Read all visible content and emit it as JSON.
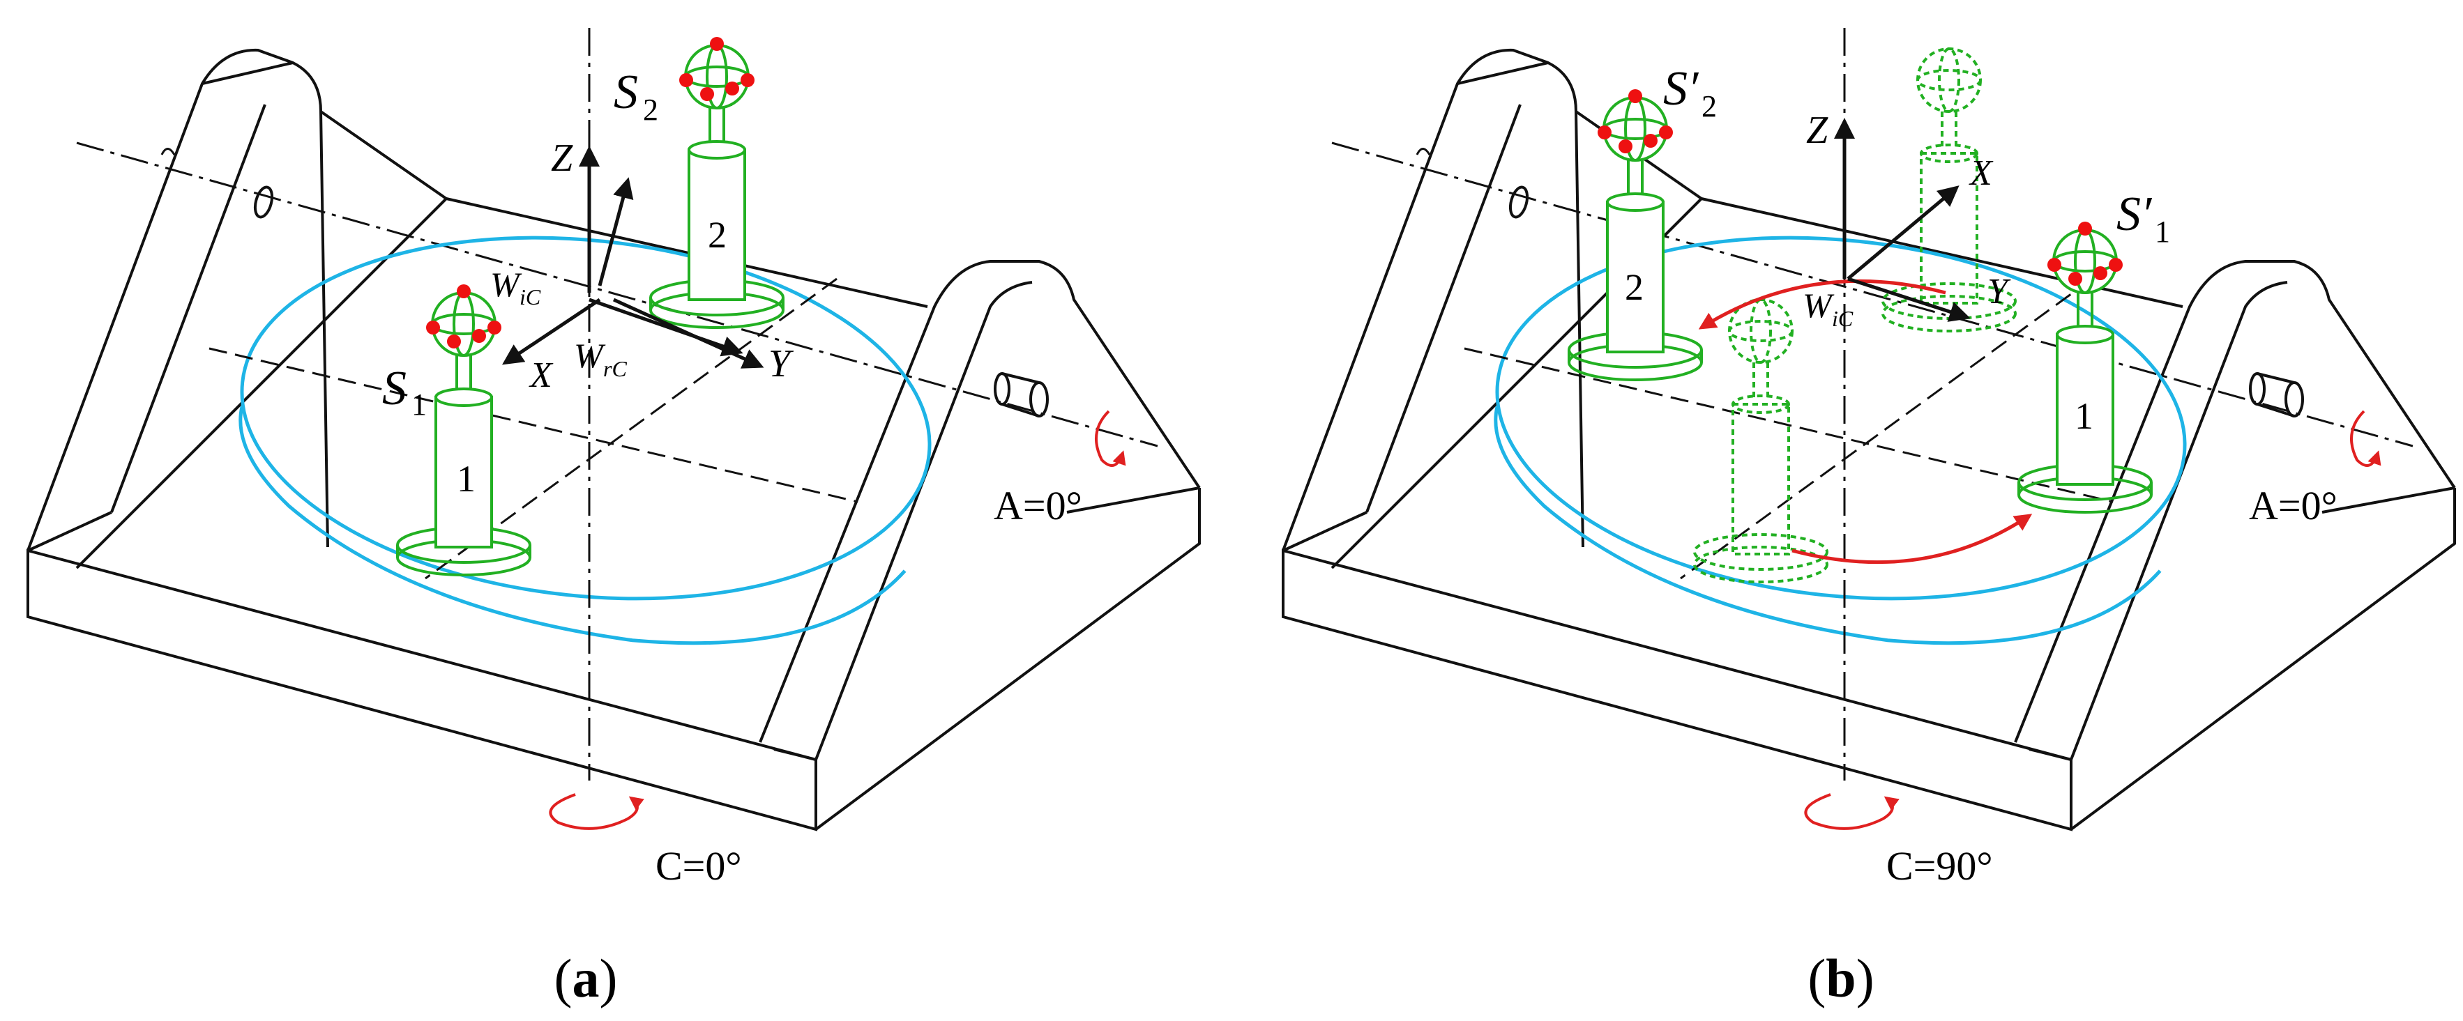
{
  "panels": {
    "a": {
      "caption": "a",
      "sensor_1": {
        "letter": "S",
        "sub": "1"
      },
      "sensor_2": {
        "letter": "S",
        "sub": "2"
      },
      "part_1_number": "1",
      "part_2_number": "2",
      "axes": {
        "z": "Z",
        "x": "X",
        "y": "Y"
      },
      "frame_wic": {
        "letter": "W",
        "sub": "iC"
      },
      "frame_wrc": {
        "letter": "W",
        "sub": "rC"
      },
      "a_angle": "A=0°",
      "c_angle": "C=0°"
    },
    "b": {
      "caption": "b",
      "sensor_1": {
        "letter": "S′",
        "sub": "1"
      },
      "sensor_2": {
        "letter": "S′",
        "sub": "2"
      },
      "part_1_number": "1",
      "part_2_number": "2",
      "axes": {
        "z": "Z",
        "x": "X",
        "y": "Y"
      },
      "frame_wic": {
        "letter": "W",
        "sub": "iC"
      },
      "a_angle": "A=0°",
      "c_angle": "C=90°"
    }
  },
  "colors": {
    "table_ring": "#1eb4e6",
    "artifact": "#22b022",
    "probe_point": "#ee1111",
    "rotation_arrow": "#e02020",
    "structure": "#111111"
  }
}
